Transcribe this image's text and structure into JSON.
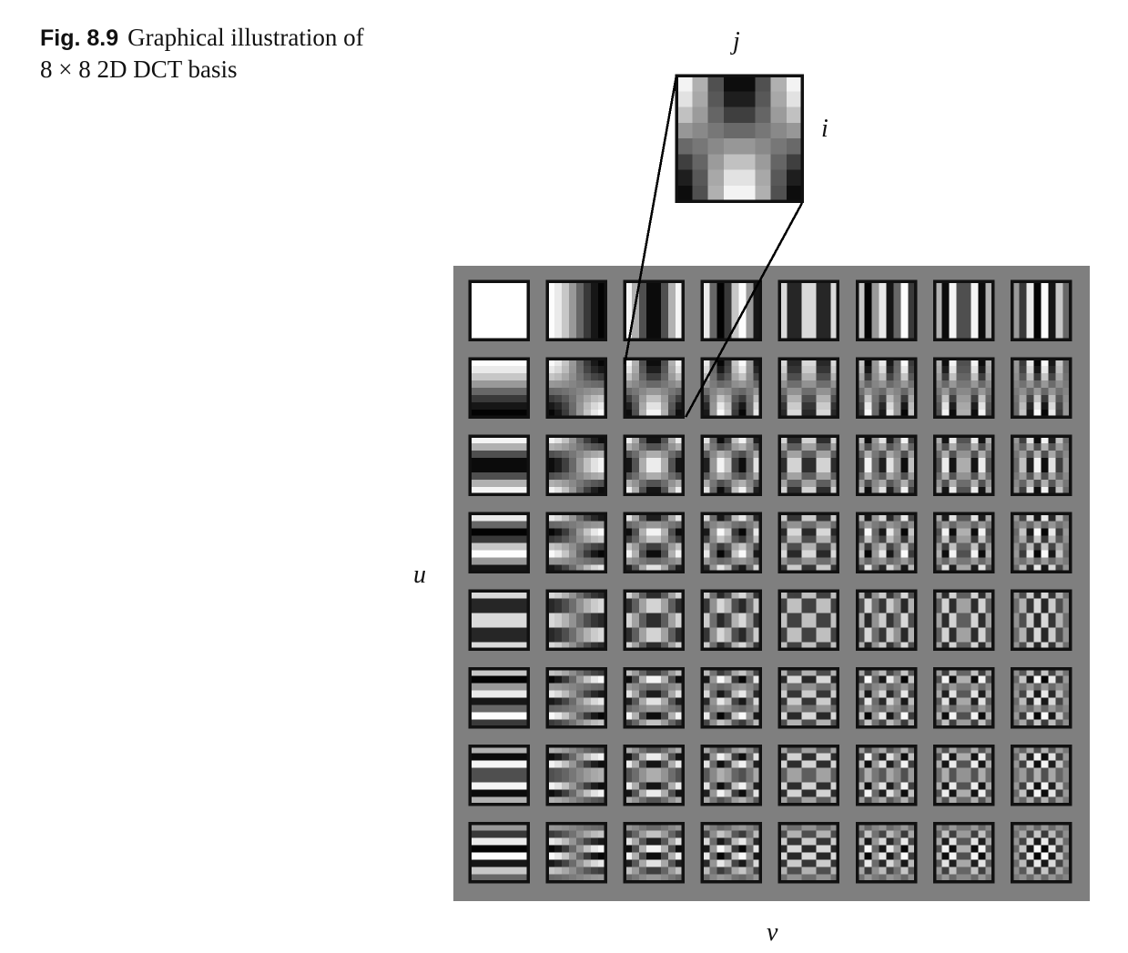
{
  "caption": {
    "label": "Fig. 8.9",
    "text": "Graphical illustration of 8 × 8 2D DCT basis"
  },
  "axes": {
    "zoom_horizontal": "j",
    "zoom_vertical": "i",
    "grid_vertical": "u",
    "grid_horizontal": "v"
  },
  "figure": {
    "grid_size": 8,
    "block_size": 8,
    "zoomed_basis": {
      "u": 1,
      "v": 2
    },
    "colors": {
      "panel_background": "#7f7f7f",
      "tile_border": "#111111",
      "connector_line": "#000000"
    }
  }
}
